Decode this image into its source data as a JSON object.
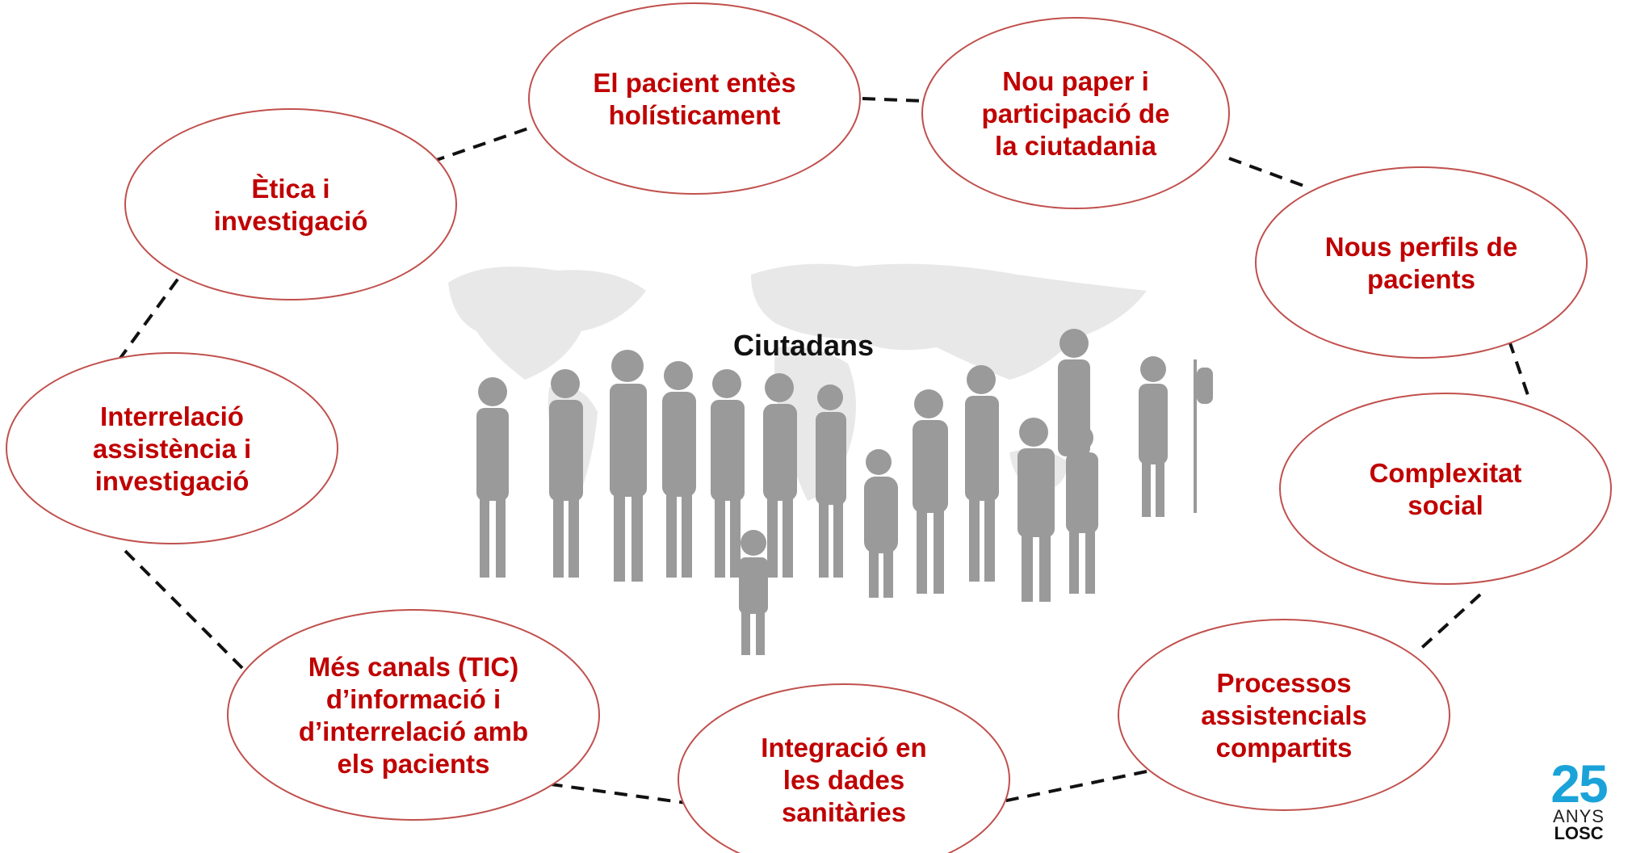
{
  "center": {
    "label": "Ciutadans"
  },
  "nodes": [
    {
      "id": "holistic",
      "lines": [
        "El pacient entès",
        "holísticament"
      ]
    },
    {
      "id": "participation",
      "lines": [
        "Nou paper i",
        "participació de",
        "la ciutadania"
      ]
    },
    {
      "id": "profiles",
      "lines": [
        "Nous perfils de",
        "pacients"
      ]
    },
    {
      "id": "social",
      "lines": [
        "Complexitat",
        "social"
      ]
    },
    {
      "id": "processes",
      "lines": [
        "Processos",
        "assistencials",
        "compartits"
      ]
    },
    {
      "id": "integration",
      "lines": [
        "Integració en",
        "les dades",
        "sanitàries"
      ]
    },
    {
      "id": "channels",
      "lines": [
        "Més canals (TIC)",
        "d’informació i",
        "d’interrelació amb",
        "els pacients"
      ]
    },
    {
      "id": "interrelation",
      "lines": [
        "Interrelació",
        "assistència i",
        "investigació"
      ]
    },
    {
      "id": "ethics",
      "lines": [
        "Ètica i",
        "investigació"
      ]
    }
  ],
  "logo": {
    "number": "25",
    "line1": "ANYS",
    "line2": "LOSC"
  },
  "colors": {
    "node_text": "#c00000",
    "node_border": "#c0504d",
    "connector": "#111111",
    "logo_accent": "#1aa3d9"
  }
}
